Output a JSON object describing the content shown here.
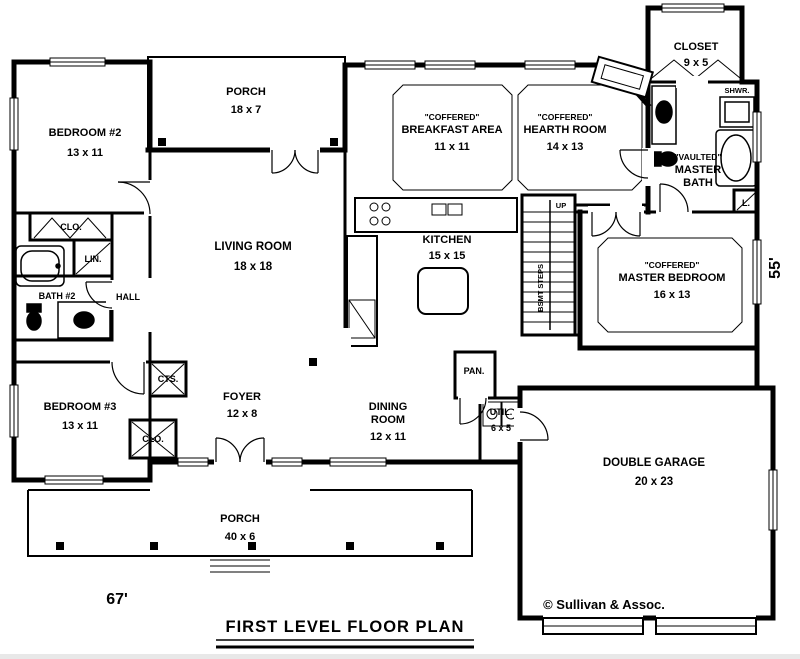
{
  "title": "FIRST LEVEL FLOOR PLAN",
  "copyright": "© Sullivan & Assoc.",
  "dimensions": {
    "width": "67'",
    "height": "55'"
  },
  "labels": {
    "bedroom2_name": "BEDROOM #2",
    "bedroom2_size": "13 x 11",
    "porch_top_name": "PORCH",
    "porch_top_size": "18 x 7",
    "breakfast_prefix": "\"COFFERED\"",
    "breakfast_name": "BREAKFAST AREA",
    "breakfast_size": "11 x 11",
    "hearth_prefix": "\"COFFERED\"",
    "hearth_name": "HEARTH ROOM",
    "hearth_size": "14 x 13",
    "closet_name": "CLOSET",
    "closet_size": "9 x 5",
    "shower": "SHWR.",
    "mbath_prefix": "\"VAULTED\"",
    "mbath_name1": "MASTER",
    "mbath_name2": "BATH",
    "linen": "L.",
    "clo_top": "CLO.",
    "lin": "LIN.",
    "bath2": "BATH #2",
    "hall": "HALL",
    "living_name": "LIVING ROOM",
    "living_size": "18 x 18",
    "kitchen_name": "KITCHEN",
    "kitchen_size": "15 x 15",
    "up": "UP",
    "bsmt": "BSMT STEPS",
    "mbed_prefix": "\"COFFERED\"",
    "mbed_name": "MASTER BEDROOM",
    "mbed_size": "16 x 13",
    "cts": "CTS.",
    "bedroom3_name": "BEDROOM #3",
    "bedroom3_size": "13 x 11",
    "foyer_name": "FOYER",
    "foyer_size": "12 x 8",
    "clo_bottom": "CLO.",
    "dining_name1": "DINING",
    "dining_name2": "ROOM",
    "dining_size": "12 x 11",
    "pan": "PAN.",
    "util_name": "UTIL.",
    "util_size": "6 x 5",
    "garage_name": "DOUBLE GARAGE",
    "garage_size": "20 x 23",
    "porch_bottom_name": "PORCH",
    "porch_bottom_size": "40 x 6"
  }
}
